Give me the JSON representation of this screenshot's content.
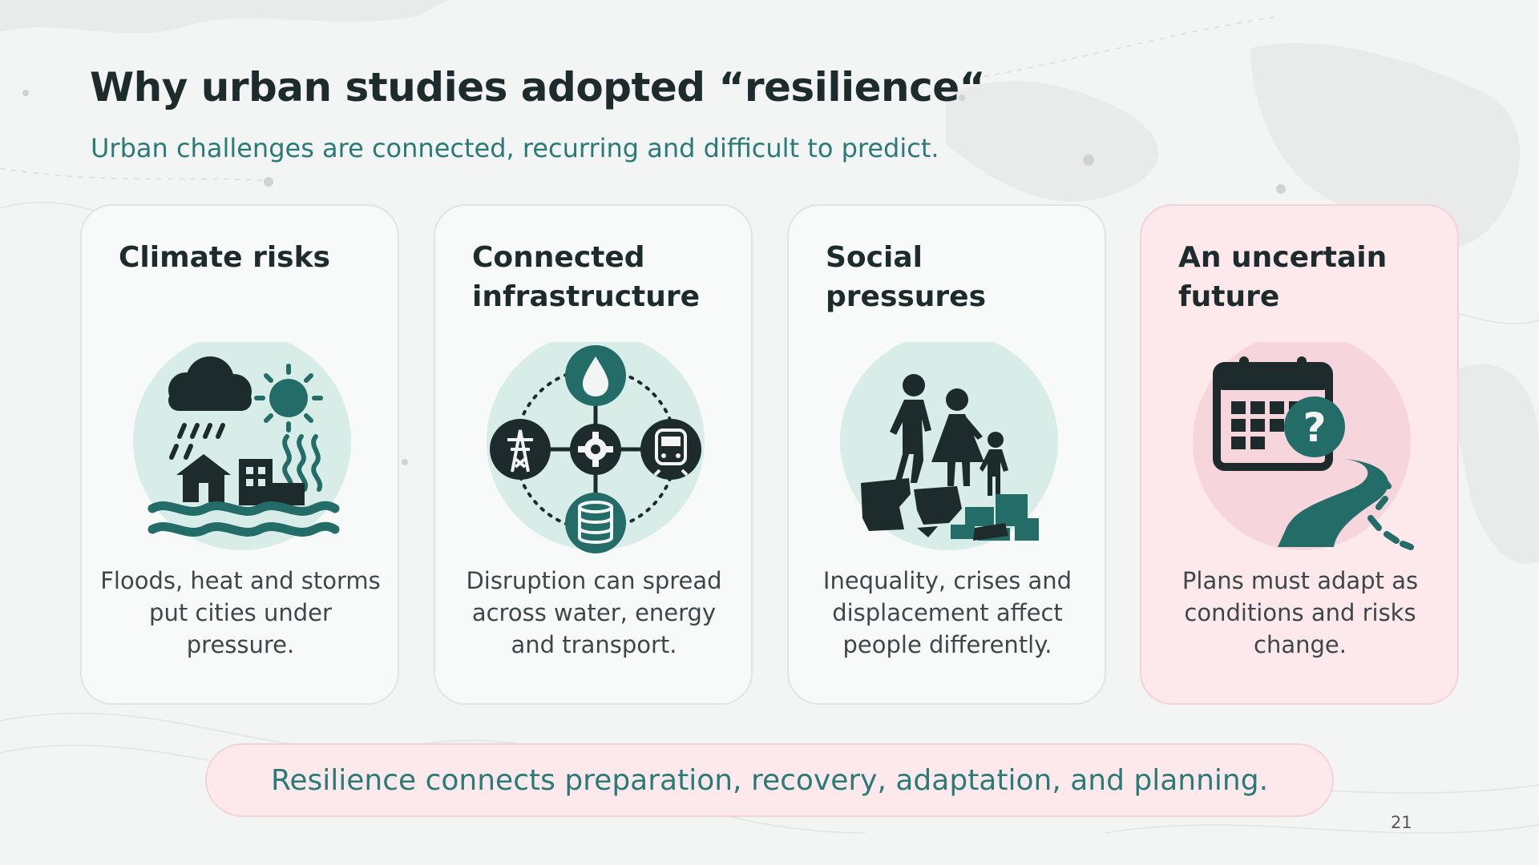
{
  "slide": {
    "title": "Why urban studies adopted “resilience“",
    "subtitle": "Urban challenges are connected, recurring and difficult to predict.",
    "cards": [
      {
        "title": "Climate risks",
        "desc": "Floods, heat and storms put cities under pressure.",
        "icon": "climate-risk-icon"
      },
      {
        "title": "Connected infrastructure",
        "desc": "Disruption can spread across water, energy and transport.",
        "icon": "infrastructure-network-icon"
      },
      {
        "title": "Social pressures",
        "desc": "Inequality, crises and displacement affect people differently.",
        "icon": "family-displacement-icon"
      },
      {
        "title": "An uncertain future",
        "desc": "Plans must adapt as conditions and risks change.",
        "icon": "calendar-question-road-icon"
      }
    ],
    "banner": "Resilience connects preparation, recovery, adaptation, and planning.",
    "page_number": "21"
  },
  "colors": {
    "accent_teal": "#2a7a78",
    "dark_teal": "#1f5f5b",
    "icon_dark": "#1d2b2d",
    "pink_fill": "#fde9ec",
    "mint_circle": "#d8ece8",
    "pink_circle": "#f6d6dc"
  }
}
